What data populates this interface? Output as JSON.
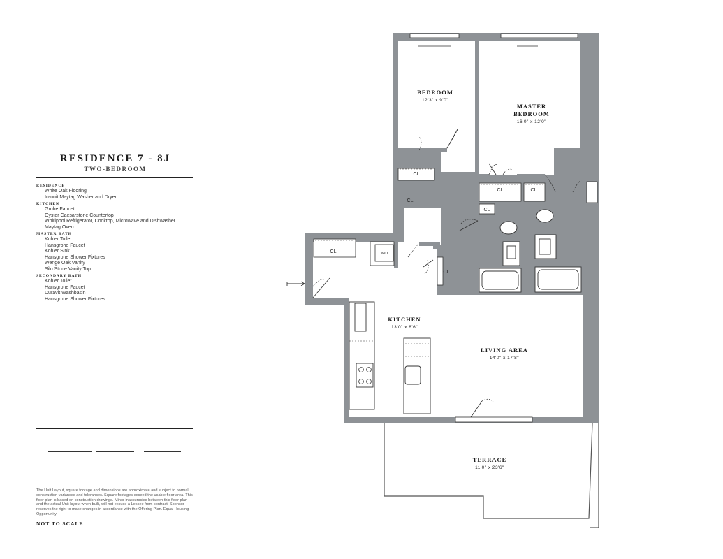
{
  "residence": {
    "title": "RESIDENCE 7 - 8J",
    "subtitle": "TWO-BEDROOM"
  },
  "features": [
    {
      "heading": "RESIDENCE",
      "items": [
        "White Oak Flooring",
        "In-unit Maytag Washer and Dryer"
      ]
    },
    {
      "heading": "KITCHEN",
      "items": [
        "Grohe Faucet",
        "Oyster Caesarstone Countertop",
        "Whirlpool Refrigerator, Cooktop, Microwave and Dishwasher",
        "Maytag Oven"
      ]
    },
    {
      "heading": "MASTER BATH",
      "items": [
        "Kohler Toilet",
        "Hansgrohe Faucet",
        "Kohler Sink",
        "Hansgrohe Shower Fixtures",
        "Wenge Oak Vanity",
        "Silo Stone Vanity Top"
      ]
    },
    {
      "heading": "SECONDARY BATH",
      "items": [
        "Kohler Toilet",
        "Hansgrohe Faucet",
        "Duravit Washbasin",
        "Hansgrohe Shower Fixtures"
      ]
    }
  ],
  "disclaimer": "The Unit Layout, square footage and dimensions are approximate and subject to normal construction variances and tolerances. Square footages exceed the usable floor area. This floor plan is based on construction drawings. Minor inaccuracies between this floor plan and the actual Unit layout when built, will not excuse a Lessee from contract. Sponsor reserves the right to make changes in accordance with the Offering Plan. Equal Housing Opportunity.",
  "not_to_scale": "NOT TO SCALE",
  "rooms": {
    "bedroom": {
      "name": "BEDROOM",
      "dims": "12'3\" x 9'0\""
    },
    "master_bedroom": {
      "name_line1": "MASTER",
      "name_line2": "BEDROOM",
      "dims": "16'0\" x 12'0\""
    },
    "kitchen": {
      "name": "KITCHEN",
      "dims": "13'0\" x 8'6\""
    },
    "living_area": {
      "name": "LIVING AREA",
      "dims": "14'0\" x 17'8\""
    },
    "terrace": {
      "name": "TERRACE",
      "dims": "11'0\" x 23'6\""
    }
  },
  "labels": {
    "closet": "CL",
    "washer_dryer": "W/D"
  },
  "icons": {
    "entry": "entry-arrow-icon"
  }
}
